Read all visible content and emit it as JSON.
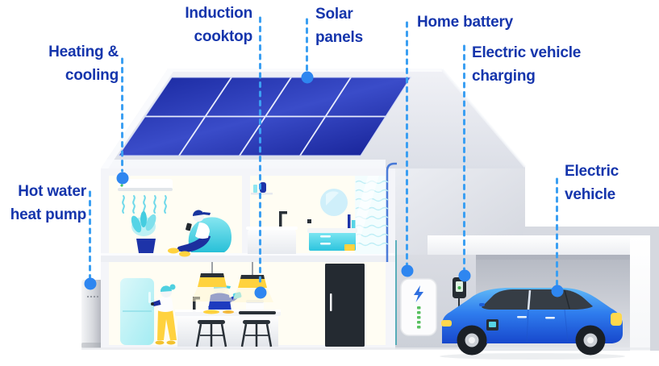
{
  "callouts": [
    {
      "id": "heating-cooling",
      "lines": [
        "Heating &",
        "cooling"
      ]
    },
    {
      "id": "induction-cooktop",
      "lines": [
        "Induction",
        "cooktop"
      ]
    },
    {
      "id": "solar-panels",
      "lines": [
        "Solar",
        "panels"
      ]
    },
    {
      "id": "home-battery",
      "lines": [
        "Home battery",
        ""
      ]
    },
    {
      "id": "ev-charging",
      "lines": [
        "Electric vehicle",
        "charging"
      ]
    },
    {
      "id": "electric-vehicle",
      "lines": [
        "Electric",
        "vehicle"
      ]
    },
    {
      "id": "hot-water-heat-pump",
      "lines": [
        "Hot water",
        "heat pump"
      ]
    }
  ],
  "markers": {
    "hotspot_icon": "filled-circle",
    "leader_style": "dashed-vertical-line"
  },
  "colors": {
    "label_text": "#1535ac",
    "leader_dash": "#3b9ff2",
    "hotspot_dot": "#2e86f0",
    "solar_panel_blue": "#1c2ba6",
    "car_blue": "#2f7dee",
    "battery_level_green": "#57c05f",
    "accent_teal": "#45cde0",
    "lamp_yellow": "#ffd23e",
    "wall_gray": "#d7dae1"
  }
}
